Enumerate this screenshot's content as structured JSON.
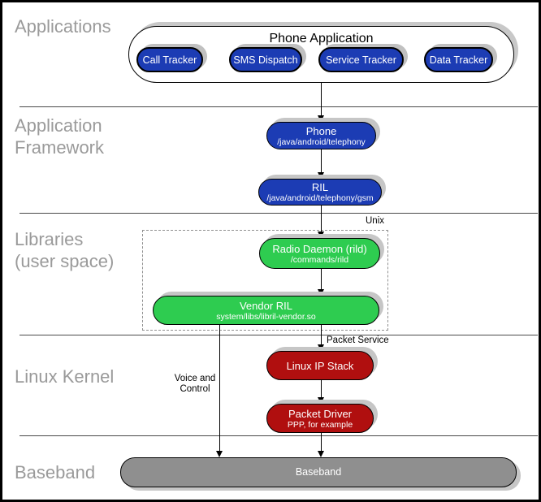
{
  "sections": {
    "applications": {
      "label": "Applications"
    },
    "framework": {
      "label_line1": "Application",
      "label_line2": "Framework"
    },
    "libraries": {
      "label_line1": "Libraries",
      "label_line2": "(user space)"
    },
    "kernel": {
      "label": "Linux Kernel"
    },
    "baseband": {
      "label": "Baseband"
    }
  },
  "nodes": {
    "phone_application": {
      "title": "Phone Application"
    },
    "call_tracker": {
      "label": "Call Tracker"
    },
    "sms_dispatch": {
      "label": "SMS Dispatch"
    },
    "service_tracker": {
      "label": "Service Tracker"
    },
    "data_tracker": {
      "label": "Data Tracker"
    },
    "phone": {
      "title": "Phone",
      "subtitle": "/java/android/telephony"
    },
    "ril": {
      "title": "RIL",
      "subtitle": "/java/android/telephony/gsm"
    },
    "radio_daemon": {
      "title": "Radio Daemon (rild)",
      "subtitle": "/commands/rild"
    },
    "vendor_ril": {
      "title": "Vendor RIL",
      "subtitle": "system/libs/libril-vendor.so"
    },
    "linux_ip_stack": {
      "title": "Linux IP Stack"
    },
    "packet_driver": {
      "title": "Packet Driver",
      "subtitle": "PPP, for example"
    },
    "baseband_bar": {
      "title": "Baseband"
    }
  },
  "annotations": {
    "unix": "Unix",
    "packet_service": "Packet Service",
    "voice_control_line1": "Voice and",
    "voice_control_line2": "Control"
  },
  "colors": {
    "app_blue": "#1c3cb4",
    "daemon_green": "#2ecc50",
    "kernel_red": "#b00f0f",
    "baseband_gray": "#8f8f8f",
    "label_gray": "#9a9a9a",
    "shadow_gray": "#c6c6c6"
  }
}
